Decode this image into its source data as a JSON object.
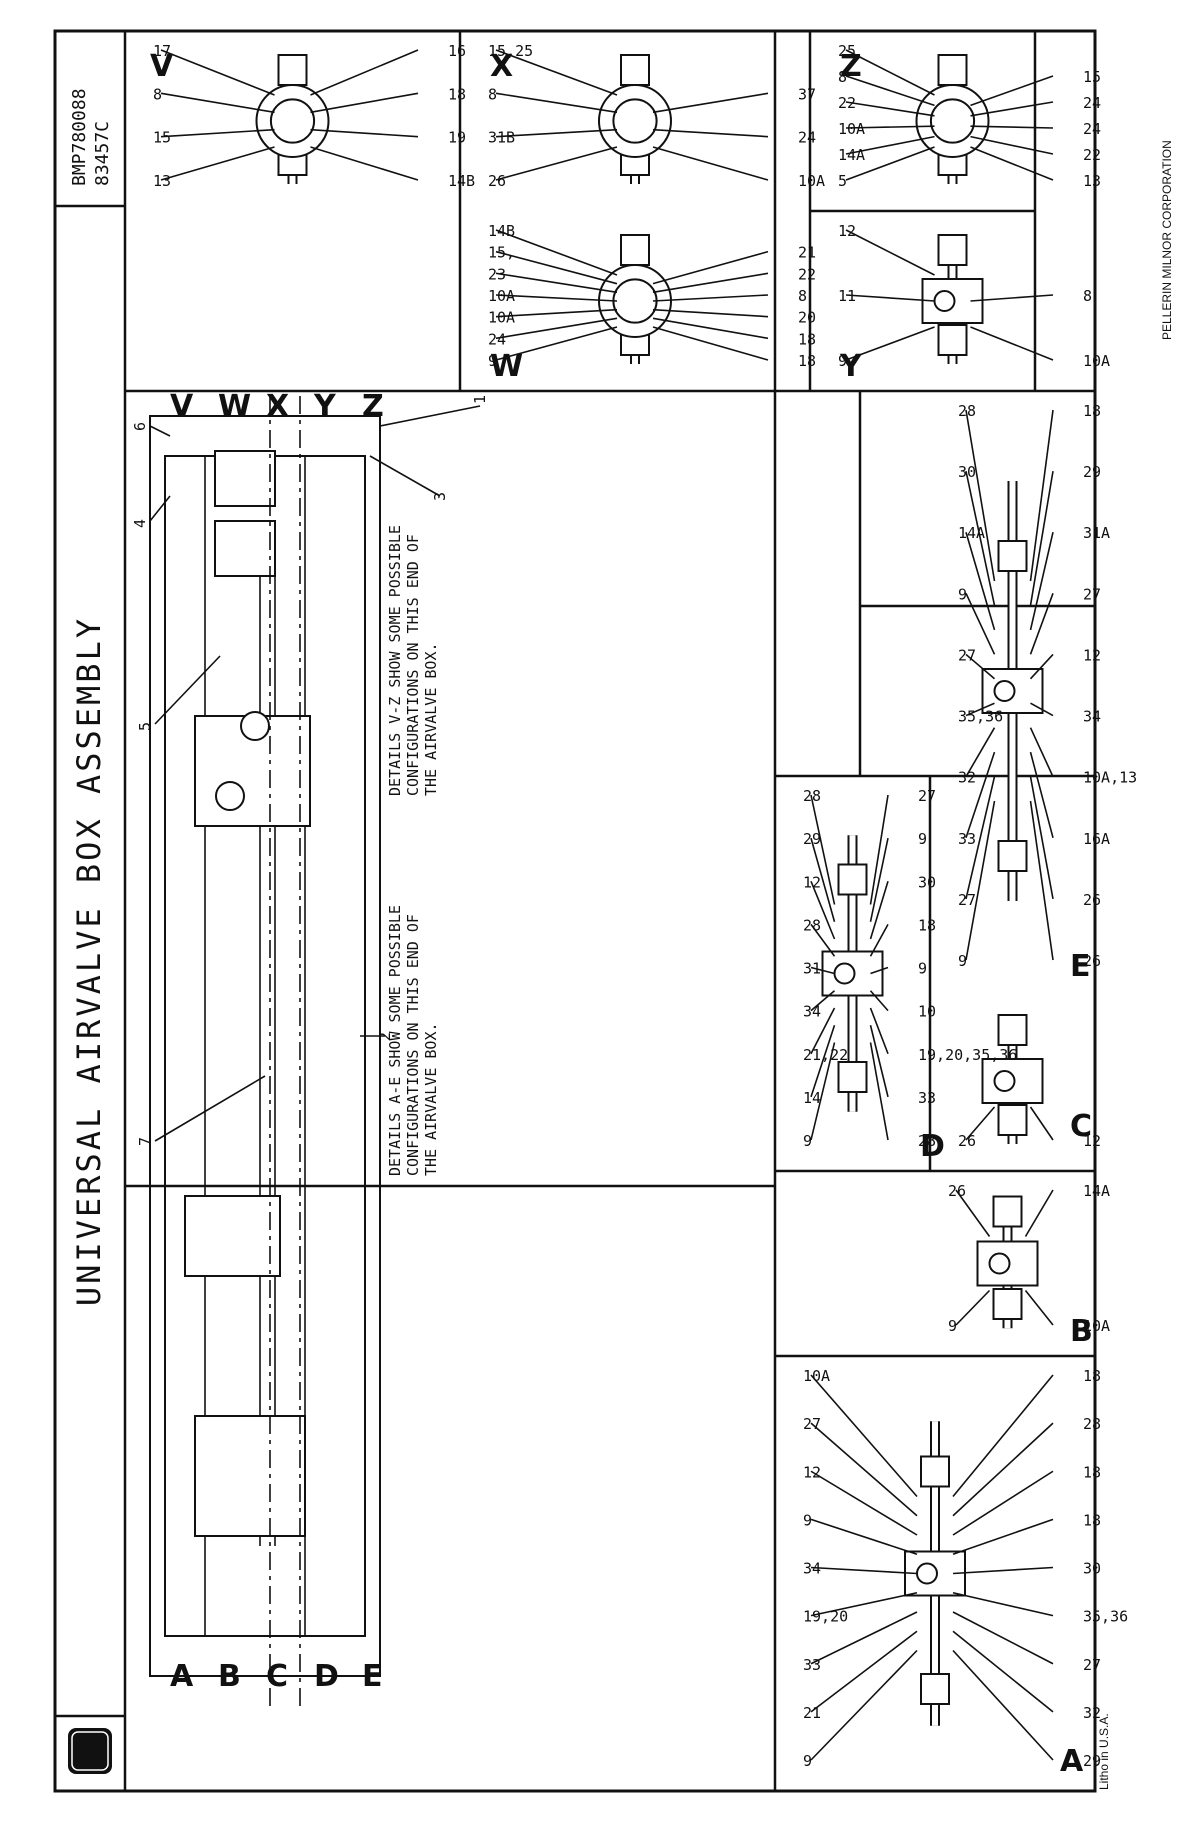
{
  "sheet": {
    "title": "UNIVERSAL AIRVALVE BOX ASSEMBLY",
    "doc_number": "BMP780088",
    "doc_code": "83457C",
    "logo_text": "MILNOR",
    "litho": "Litho in U.S.A.",
    "company": "PELLERIN MILNOR CORPORATION"
  },
  "main": {
    "end_left_letters": [
      "A",
      "B",
      "C",
      "D",
      "E"
    ],
    "end_right_letters": [
      "V",
      "W",
      "X",
      "Y",
      "Z"
    ],
    "note_left": "DETAILS A-E SHOW SOME POSSIBLE\nCONFIGURATIONS ON THIS END OF\nTHE AIRVALVE BOX.",
    "note_right": "DETAILS V-Z SHOW SOME POSSIBLE\nCONFIGURATIONS ON THIS END OF\nTHE AIRVALVE BOX.",
    "callouts": [
      "1",
      "2",
      "3",
      "4",
      "5",
      "6",
      "7"
    ]
  },
  "details": {
    "A": {
      "letter": "A",
      "callouts": [
        "9",
        "29",
        "21",
        "32",
        "33",
        "27",
        "19,20",
        "35,36",
        "34",
        "30",
        "9",
        "18",
        "12",
        "18",
        "27",
        "28",
        "10A",
        "18"
      ]
    },
    "B": {
      "letter": "B",
      "callouts": [
        "9",
        "10A",
        "26",
        "14A"
      ]
    },
    "C": {
      "letter": "C",
      "callouts": [
        "26",
        "12"
      ]
    },
    "D": {
      "letter": "D",
      "callouts": [
        "9",
        "28",
        "14",
        "33",
        "21,22",
        "19,20,35,36",
        "34",
        "10",
        "31",
        "9",
        "28",
        "18",
        "12",
        "30",
        "29",
        "9",
        "28",
        "27"
      ]
    },
    "E": {
      "letter": "E",
      "callouts": [
        "9",
        "26",
        "27",
        "26",
        "33",
        "16A",
        "32",
        "10A,13",
        "35,36",
        "34",
        "27",
        "12",
        "9",
        "27",
        "14A",
        "31A",
        "30",
        "29",
        "28",
        "18"
      ]
    },
    "V": {
      "letter": "V",
      "callouts": [
        "13",
        "14B",
        "15",
        "19",
        "8",
        "18",
        "17",
        "16"
      ]
    },
    "W": {
      "letter": "W",
      "callouts": [
        "9",
        "18",
        "24",
        "18",
        "10A",
        "20",
        "10A",
        "8",
        "23",
        "22",
        "15,",
        "21",
        "14B"
      ]
    },
    "X": {
      "letter": "X",
      "callouts": [
        "26",
        "10A",
        "31B",
        "24",
        "8",
        "37",
        "15,25"
      ]
    },
    "Y": {
      "letter": "Y",
      "callouts": [
        "9",
        "10A",
        "11",
        "8",
        "12"
      ]
    },
    "Z": {
      "letter": "Z",
      "callouts": [
        "5",
        "13",
        "14A",
        "22",
        "10A",
        "24",
        "22",
        "24",
        "8",
        "15",
        "25"
      ]
    }
  }
}
